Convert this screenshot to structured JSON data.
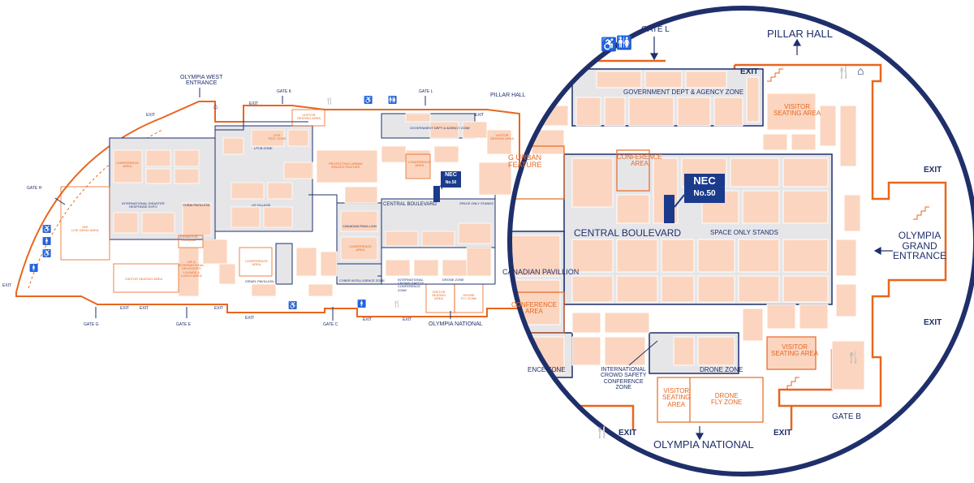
{
  "overview": {
    "olympia_west": "OLYMPIA WEST\nENTRANCE",
    "pillar_hall": "PILLAR HALL",
    "gate_k": "GATE K",
    "gate_l": "GATE L",
    "gate_h": "GATE H",
    "gate_g": "GATE G",
    "gate_e": "GATE E",
    "gate_c": "GATE C",
    "exit": "EXIT",
    "idr_live_demo": "IDR\nLIVE DEMO AREA",
    "conference_area": "CONFERENCE\nAREA",
    "intl_disaster": "INTERNATIONAL DISASTER\nRESPONSE EXPO",
    "china_pavillion": "CHINA PAVILLION",
    "exhibitor_lounge": "EXHIBITOR\nLOUNGE",
    "vip_lounge": "VIP &\nINTERNATIONAL\nDELEGATES\nLOUNGE &\nLUNCH AREA",
    "visitor_seating": "VISITOR SEATING AREA",
    "us_village": "US VILLAGE",
    "israel_pavillion": "ISRAEL PAVILLION",
    "live_test_zone": "LIVE\nTEST ZONE",
    "lpcb_zone": "LPCB ZONE",
    "protecting_urban": "PROTECTING URBAN\nSPACES FEATURE",
    "canadian_pavillion": "CANADIAN PAVILLION",
    "cyber_zone": "CYBER INTELLIGENCE ZONE",
    "crowd_safety": "INTERNATIONAL\nCROWD SAFETY\nCONFERENCE\nZONE",
    "drone_zone": "DRONE ZONE",
    "drone_fly_zone": "DRONE\nFLY ZONE",
    "visitor_seating_short": "VISITOR\nSEATING\nAREA",
    "visitor_seating_area": "VISITOR\nSEATING AREA",
    "central_boulevard": "CENTRAL BOULEVARD",
    "space_only": "SPACE ONLY STANDS",
    "govt_zone": "GOVERNMENT DEPT & AGENCY ZONE",
    "olympia_national": "OLYMPIA NATIONAL",
    "nec": "NEC",
    "nec_no": "No.50"
  },
  "zoom": {
    "gate_l": "GATE L",
    "pillar_hall": "PILLAR HALL",
    "exit": "EXIT",
    "govt_zone": "GOVERNMENT DEPT & AGENCY ZONE",
    "visitor_seating": "VISITOR\nSEATING AREA",
    "urban_feature": "G URBAN\nFEATURE",
    "conference_area": "CONFERENCE\nAREA",
    "nec": "NEC",
    "nec_no": "No.50",
    "central_boulevard": "CENTRAL BOULEVARD",
    "space_only": "SPACE ONLY STANDS",
    "canadian_pavillion": "CANADIAN PAVILLION",
    "olympia_grand": "OLYMPIA\nGRAND\nENTRANCE",
    "crowd_safety": "INTERNATIONAL\nCROWD SAFETY\nCONFERENCE\nZONE",
    "drone_zone": "DRONE ZONE",
    "ence_zone": "ENCE ZONE",
    "visitor_seating_small": "VISITOR\nSEATING\nAREA",
    "drone_fly_zone": "DRONE\nFLY ZONE",
    "gate_b": "GATE B",
    "olympia_national": "OLYMPIA NATIONAL"
  },
  "colors": {
    "navy": "#1f2f6b",
    "orange": "#e8661f",
    "stand": "#fbd5bf",
    "zone_grey": "#e6e6e9",
    "nec_blue": "#1a3a8c"
  }
}
